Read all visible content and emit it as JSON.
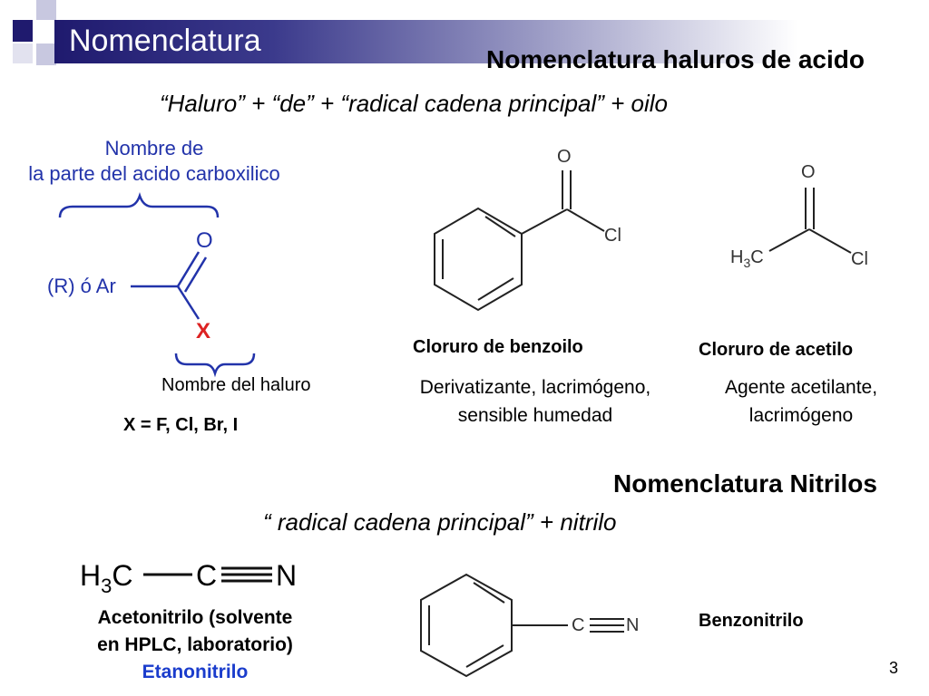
{
  "slide": {
    "title": "Nomenclatura",
    "page_number": "3",
    "accent_color": "#1f1a6e"
  },
  "haluros": {
    "heading": "Nomenclatura haluros de acido",
    "formula": "“Haluro” + “de” + “radical cadena principal” + oilo",
    "general": {
      "top_label_line1": "Nombre de",
      "top_label_line2": "la parte del acido carboxilico",
      "r_group": "(R) ó Ar",
      "oxygen": "O",
      "x_atom": "X",
      "bottom_label": "Nombre del haluro",
      "halogens": "X = F, Cl, Br, I",
      "label_color": "#2233aa",
      "highlight_color": "#dd2222"
    },
    "benzoyl": {
      "oxygen": "O",
      "chlorine": "Cl",
      "name": "Cloruro de benzoilo",
      "desc_line1": "Derivatizante, lacrimógeno,",
      "desc_line2": "sensible humedad"
    },
    "acetyl": {
      "oxygen": "O",
      "chlorine": "Cl",
      "methyl": "H",
      "methyl_sub": "3",
      "methyl_c": "C",
      "name": "Cloruro de acetilo",
      "desc_line1": "Agente acetilante,",
      "desc_line2": "lacrimógeno"
    }
  },
  "nitrilos": {
    "heading": "Nomenclatura Nitrilos",
    "formula": "“ radical cadena principal” + nitrilo",
    "acetonitrile": {
      "h": "H",
      "sub": "3",
      "c1": "C",
      "c2": "C",
      "n": "N",
      "name_line1": "Acetonitrilo (solvente",
      "name_line2": "en HPLC, laboratorio)",
      "iupac": "Etanonitrilo",
      "iupac_color": "#1a3ccc"
    },
    "benzonitrile": {
      "c": "C",
      "n": "N",
      "name": "Benzonitrilo"
    }
  }
}
